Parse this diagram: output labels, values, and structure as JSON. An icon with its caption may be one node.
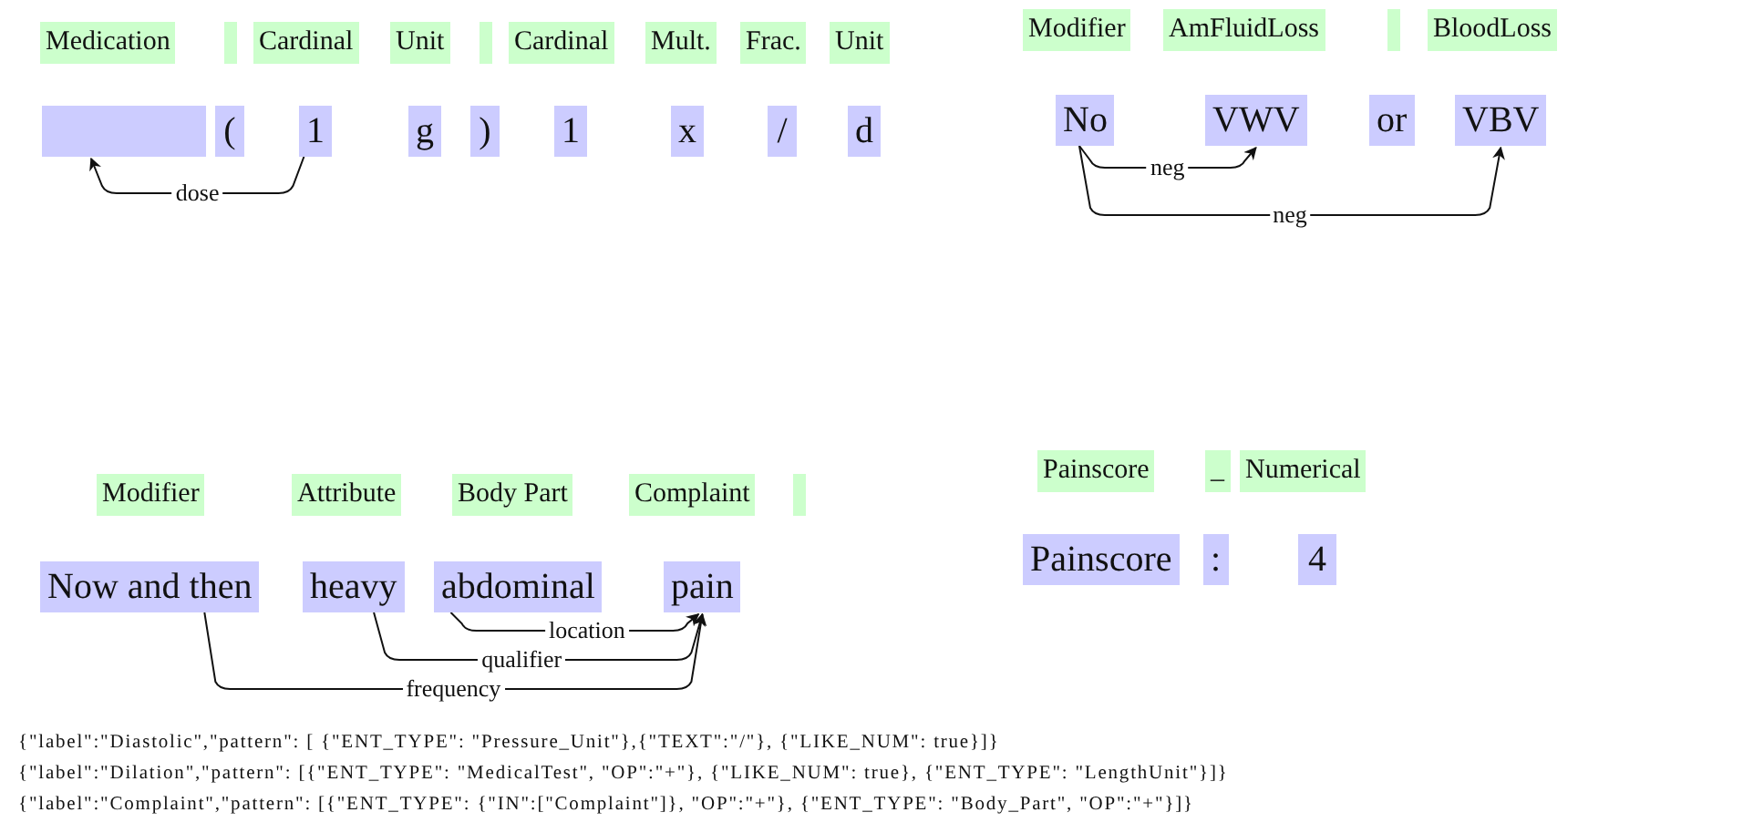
{
  "diagram": {
    "nodes": [
      {
        "text": [
          "Medication"
        ]
      },
      {
        "text": [],
        "shape": "box"
      },
      {
        "text": [
          "Cardinal"
        ]
      },
      {
        "text": [
          "Unit"
        ]
      },
      {
        "text": [],
        "shape": "box"
      },
      {
        "text": [
          "Cardinal"
        ]
      },
      {
        "text": [
          "Mult."
        ]
      },
      {
        "text": [
          "Frac."
        ]
      },
      {
        "text": [
          "Unit"
        ]
      },
      {
        "text": [],
        "shape": "box"
      },
      {
        "text": [
          "("
        ]
      },
      {
        "text": [
          "1"
        ]
      },
      {
        "text": [
          "g"
        ]
      },
      {
        "text": [
          ")"
        ]
      },
      {
        "text": [
          "1"
        ]
      },
      {
        "text": [
          "x"
        ]
      },
      {
        "text": [
          "/"
        ]
      },
      {
        "text": [
          "d"
        ]
      },
      {
        "text": [
          "Modifier"
        ]
      },
      {
        "text": [
          "AmFluidLoss"
        ]
      },
      {
        "text": [],
        "shape": "box"
      },
      {
        "text": [
          "BloodLoss"
        ]
      },
      {
        "text": [
          "No"
        ]
      },
      {
        "text": [
          "VWV"
        ]
      },
      {
        "text": [
          "or"
        ]
      },
      {
        "text": [
          "VBV"
        ]
      },
      {
        "text": [
          "Modifier"
        ]
      },
      {
        "text": [
          "Attribute"
        ]
      },
      {
        "text": [
          "Body Part"
        ]
      },
      {
        "text": [
          "Complaint"
        ]
      },
      {
        "text": [],
        "shape": "box"
      },
      {
        "text": [
          "Now and then"
        ]
      },
      {
        "text": [
          "heavy"
        ]
      },
      {
        "text": [
          "abdominal"
        ]
      },
      {
        "text": [
          "pain"
        ]
      },
      {
        "text": [
          "Painscore"
        ]
      },
      {
        "text": [
          "_"
        ]
      },
      {
        "text": [
          "Numerical"
        ]
      },
      {
        "text": [
          "Painscore"
        ]
      },
      {
        "text": [
          ":"
        ]
      },
      {
        "text": [
          "4"
        ]
      }
    ],
    "edges": [
      {
        "from": 11,
        "to": 9,
        "arrow": "to",
        "label": "dose"
      },
      {
        "from": 22,
        "to": 23,
        "arrow": "to",
        "label": "neg"
      },
      {
        "from": 22,
        "to": 25,
        "arrow": "to",
        "label": "neg"
      },
      {
        "from": 33,
        "to": 34,
        "arrow": "to",
        "label": "location"
      },
      {
        "from": 32,
        "to": 34,
        "arrow": "to",
        "label": "qualifier"
      },
      {
        "from": 31,
        "to": 34,
        "arrow": "to",
        "label": "frequency"
      }
    ],
    "labels": [
      "{\"label\":\"Diastolic\",\"pattern\": [ {\"ENT_TYPE\": \"Pressure_Unit\"},{\"TEXT\":\"/\"}, {\"LIKE_NUM\": true}]}",
      "{\"label\":\"Dilation\",\"pattern\": [{\"ENT_TYPE\": \"MedicalTest\", \"OP\":\"+\"}, {\"LIKE_NUM\": true}, {\"ENT_TYPE\": \"LengthUnit\"}]}",
      "{\"label\":\"Complaint\",\"pattern\": [{\"ENT_TYPE\": {\"IN\":[\"Complaint\"]}, \"OP\":\"+\"}, {\"ENT_TYPE\": \"Body_Part\", \"OP\":\"+\"}]}"
    ]
  }
}
